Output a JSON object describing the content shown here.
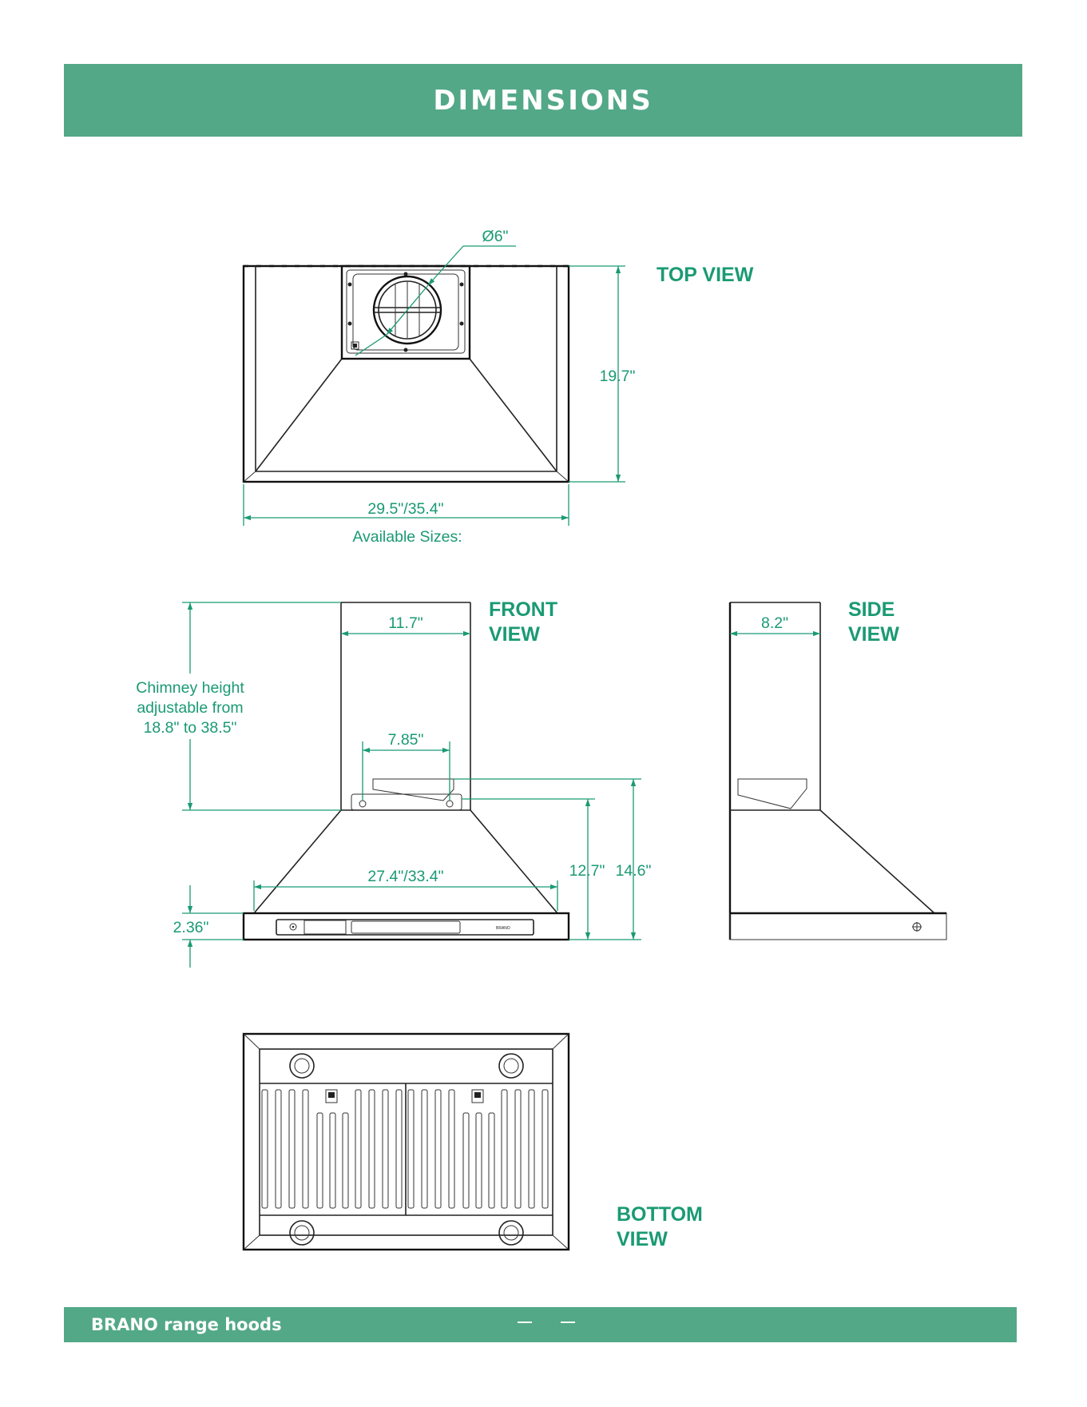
{
  "header": {
    "title": "DIMENSIONS"
  },
  "footer": {
    "brand": "BRANO range hoods"
  },
  "views": {
    "top": {
      "title": "TOP VIEW"
    },
    "front": {
      "title_line1": "FRONT",
      "title_line2": "VIEW"
    },
    "side": {
      "title_line1": "SIDE",
      "title_line2": "VIEW"
    },
    "bottom": {
      "title_line1": "BOTTOM",
      "title_line2": "VIEW"
    }
  },
  "dimensions": {
    "duct_diameter": "Ø6\"",
    "top_depth": "19.7\"",
    "top_width": "29.5\"/35.4\"",
    "available_sizes": "Available Sizes:",
    "chimney_width": "11.7\"",
    "chimney_height_line1": "Chimney height",
    "chimney_height_line2": "adjustable from",
    "chimney_height_line3": "18.8\" to 38.5\"",
    "bracket_spacing": "7.85\"",
    "canopy_width": "27.4\"/33.4\"",
    "canopy_height": "12.7\"",
    "total_height": "14.6\"",
    "base_height": "2.36\"",
    "side_chimney_depth": "8.2\""
  },
  "product": {
    "logo_text": "BRANO"
  },
  "colors": {
    "accent": "#53a887",
    "dimension": "#1a9a73",
    "line": "#222222"
  }
}
